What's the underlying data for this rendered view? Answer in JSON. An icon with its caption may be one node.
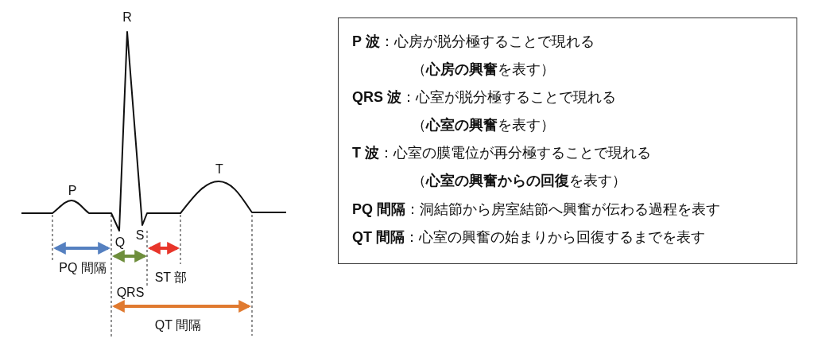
{
  "diagram": {
    "nodes": [
      {
        "text": [
          "**P 波**：心房が脱分極することで現れる",
          "（**心房の興奮**を表す）",
          "**QRS 波**：心室が脱分極することで現れる",
          "（**心室の興奮**を表す）",
          "**T 波**：心室の膜電位が再分極することで現れる",
          "（**心室の興奮からの回復**を表す）",
          "**PQ 間隔**：洞結節から房室結節へ興奮が伝わる過程を表す",
          "**QT 間隔**：心室の興奮の始まりから回復するまでを表す"
        ]
      }
    ],
    "labels": [
      "R",
      "T",
      "P",
      "S",
      "Q",
      "PQ 間隔",
      "ST 部",
      "QRS",
      "QT 間隔"
    ]
  }
}
